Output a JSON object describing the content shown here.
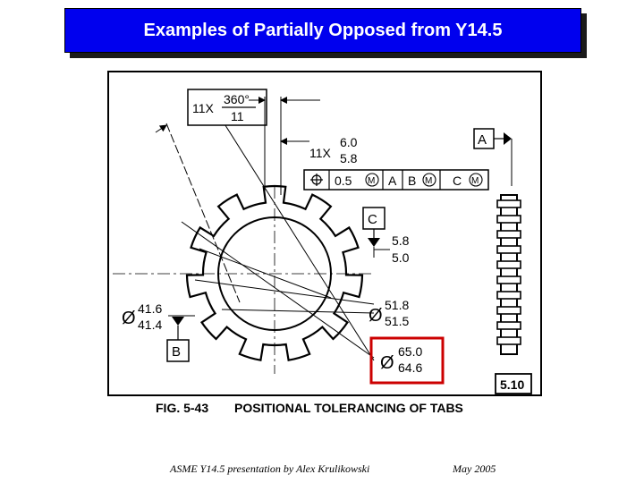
{
  "slide": {
    "title": "Examples of Partially Opposed from Y14.5",
    "footer_left": "ASME Y14.5 presentation by Alex Krulikowski",
    "footer_right": "May 2005"
  },
  "figure": {
    "angle_count": "11X",
    "angle_num": "360°",
    "angle_den": "11",
    "width_count": "11X",
    "width_upper": "6.0",
    "width_lower": "5.8",
    "fcf_tolerance": "0.5",
    "fcf_datum_a": "A",
    "fcf_datum_b": "B",
    "fcf_datum_c": "C",
    "fcf_mmc": "M",
    "datum_a": "A",
    "datum_b": "B",
    "datum_c": "C",
    "slot_upper": "5.8",
    "slot_lower": "5.0",
    "bore_upper": "51.8",
    "bore_lower": "51.5",
    "hub_upper": "41.6",
    "hub_lower": "41.4",
    "outer_upper": "65.0",
    "outer_lower": "64.6",
    "diameter_symbol": "Ø",
    "page_ref": "5.10",
    "fig_number": "FIG. 5-43",
    "fig_caption": "POSITIONAL TOLERANCING OF TABS"
  }
}
